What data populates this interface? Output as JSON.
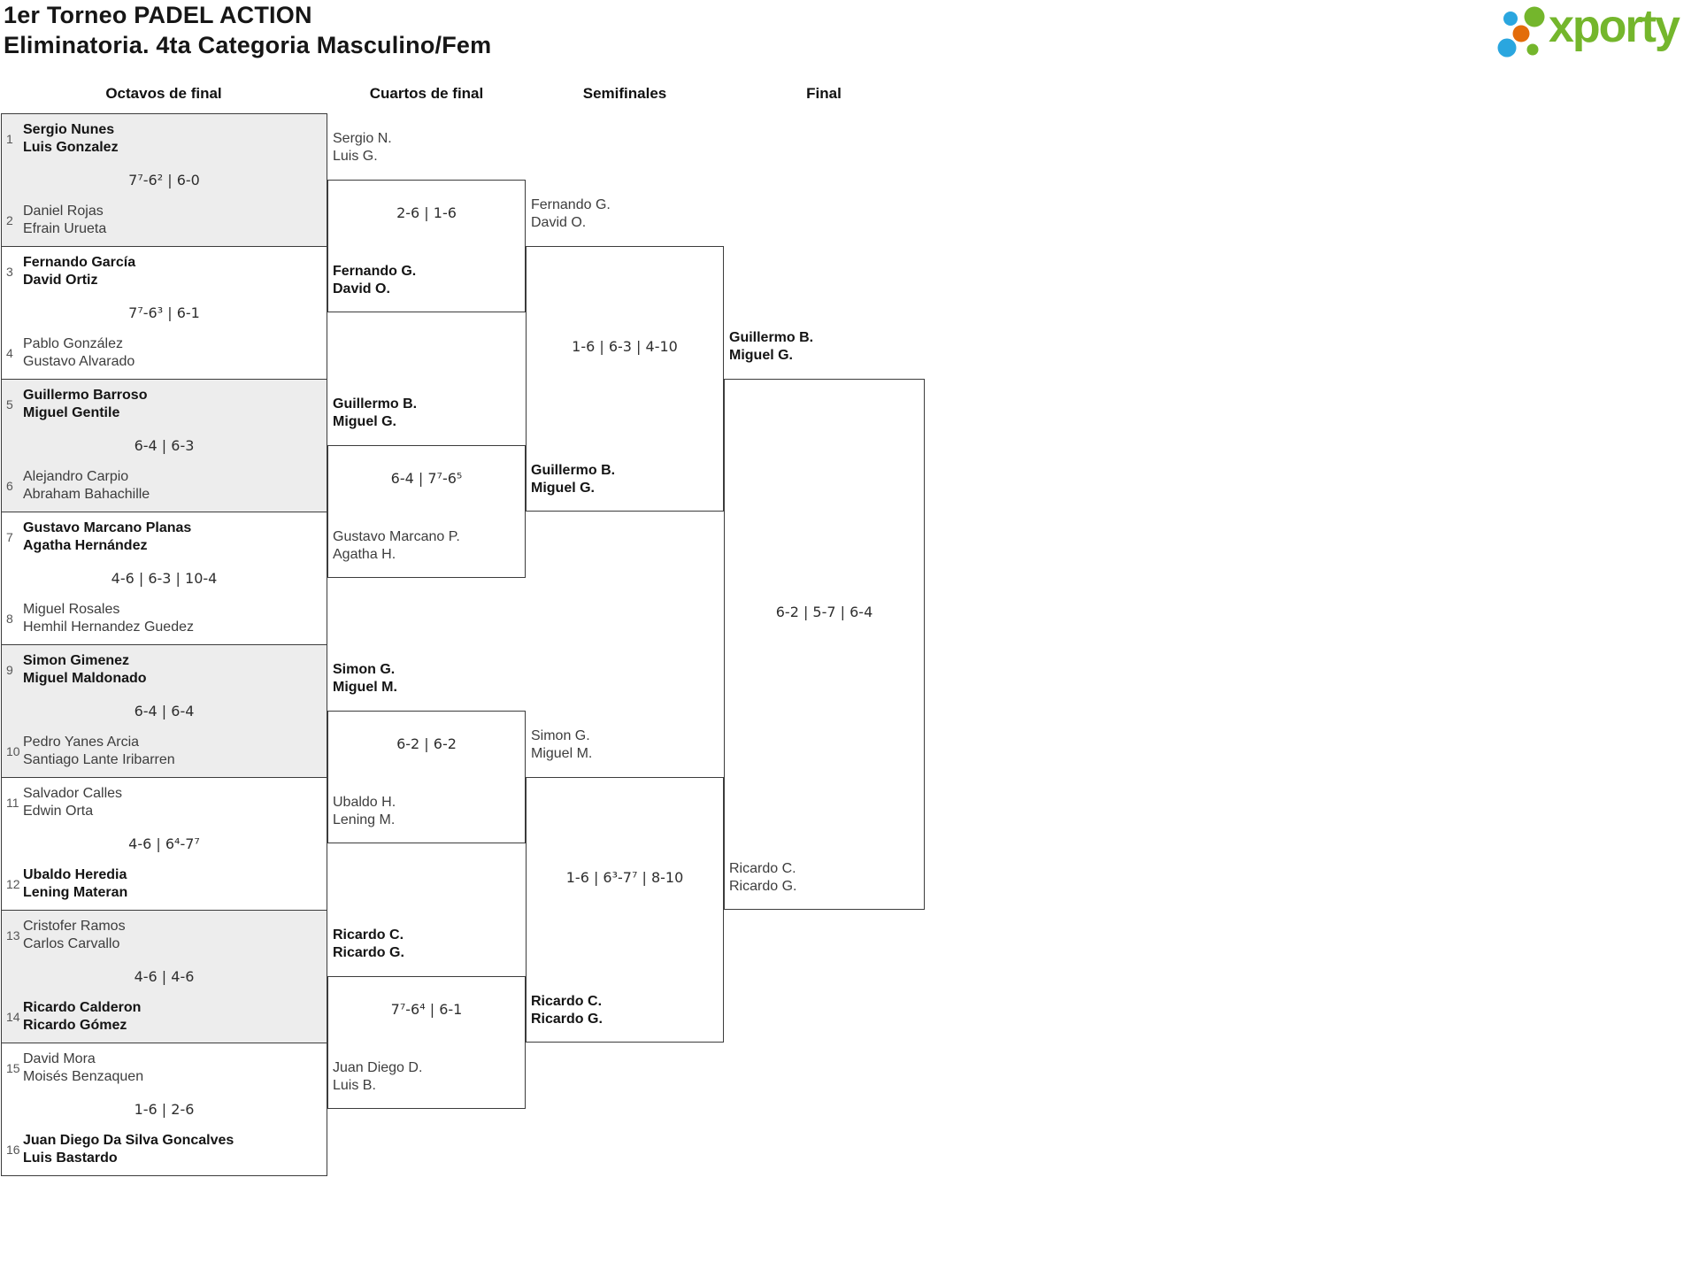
{
  "header": {
    "title_line1": "1er Torneo PADEL ACTION",
    "title_line2": "Eliminatoria. 4ta Categoria Masculino/Fem"
  },
  "logo": {
    "text": "xporty",
    "green": "#74b62c",
    "blue": "#2aa6df",
    "orange": "#e36c0a"
  },
  "round_headers": [
    "Octavos de final",
    "Cuartos de final",
    "Semifinales",
    "Final"
  ],
  "colors": {
    "bracket_line": "#3c3c3c",
    "alt_box_background": "#ededed",
    "winner_text": "#141414",
    "loser_text": "#3d3d3d"
  },
  "bracket": {
    "octavos": [
      {
        "seed_top": "1",
        "top": [
          "Sergio Nunes",
          "Luis Gonzalez"
        ],
        "score": "7⁷-6² | 6-0",
        "seed_bottom": "2",
        "bottom": [
          "Daniel Rojas",
          "Efrain Urueta"
        ],
        "winner": "top"
      },
      {
        "seed_top": "3",
        "top": [
          "Fernando García",
          "David Ortiz"
        ],
        "score": "7⁷-6³ | 6-1",
        "seed_bottom": "4",
        "bottom": [
          "Pablo González",
          "Gustavo Alvarado"
        ],
        "winner": "top"
      },
      {
        "seed_top": "5",
        "top": [
          "Guillermo Barroso",
          "Miguel Gentile"
        ],
        "score": "6-4 | 6-3",
        "seed_bottom": "6",
        "bottom": [
          "Alejandro Carpio",
          "Abraham Bahachille"
        ],
        "winner": "top"
      },
      {
        "seed_top": "7",
        "top": [
          "Gustavo Marcano Planas",
          "Agatha Hernández"
        ],
        "score": "4-6 | 6-3 | 10-4",
        "seed_bottom": "8",
        "bottom": [
          "Miguel Rosales",
          "Hemhil Hernandez Guedez"
        ],
        "winner": "top"
      },
      {
        "seed_top": "9",
        "top": [
          "Simon Gimenez",
          "Miguel Maldonado"
        ],
        "score": "6-4 | 6-4",
        "seed_bottom": "10",
        "bottom": [
          "Pedro Yanes Arcia",
          "Santiago Lante Iribarren"
        ],
        "winner": "top"
      },
      {
        "seed_top": "11",
        "top": [
          "Salvador Calles",
          "Edwin Orta"
        ],
        "score": "4-6 | 6⁴-7⁷",
        "seed_bottom": "12",
        "bottom": [
          "Ubaldo Heredia",
          "Lening Materan"
        ],
        "winner": "bottom"
      },
      {
        "seed_top": "13",
        "top": [
          "Cristofer Ramos",
          "Carlos Carvallo"
        ],
        "score": "4-6 | 4-6",
        "seed_bottom": "14",
        "bottom": [
          "Ricardo Calderon",
          "Ricardo Gómez"
        ],
        "winner": "bottom"
      },
      {
        "seed_top": "15",
        "top": [
          "David Mora",
          "Moisés Benzaquen"
        ],
        "score": "1-6 | 2-6",
        "seed_bottom": "16",
        "bottom": [
          "Juan Diego Da Silva Goncalves",
          "Luis Bastardo"
        ],
        "winner": "bottom"
      }
    ],
    "cuartos": [
      {
        "top": [
          "Sergio N.",
          "Luis G."
        ],
        "score": "2-6 | 1-6",
        "bottom": [
          "Fernando G.",
          "David O."
        ],
        "winner": "bottom"
      },
      {
        "top": [
          "Guillermo B.",
          "Miguel G."
        ],
        "score": "6-4 | 7⁷-6⁵",
        "bottom": [
          "Gustavo Marcano P.",
          "Agatha H."
        ],
        "winner": "top"
      },
      {
        "top": [
          "Simon G.",
          "Miguel M."
        ],
        "score": "6-2 | 6-2",
        "bottom": [
          "Ubaldo H.",
          "Lening M."
        ],
        "winner": "top"
      },
      {
        "top": [
          "Ricardo C.",
          "Ricardo G."
        ],
        "score": "7⁷-6⁴ | 6-1",
        "bottom": [
          "Juan Diego D.",
          "Luis B."
        ],
        "winner": "top"
      }
    ],
    "semifinales": [
      {
        "top": [
          "Fernando G.",
          "David O."
        ],
        "score": "1-6 | 6-3 | 4-10",
        "bottom": [
          "Guillermo B.",
          "Miguel G."
        ],
        "winner": "bottom"
      },
      {
        "top": [
          "Simon G.",
          "Miguel M."
        ],
        "score": "1-6 | 6³-7⁷ | 8-10",
        "bottom": [
          "Ricardo C.",
          "Ricardo G."
        ],
        "winner": "bottom"
      }
    ],
    "final": {
      "top": [
        "Guillermo B.",
        "Miguel G."
      ],
      "score": "6-2 | 5-7 | 6-4",
      "bottom": [
        "Ricardo C.",
        "Ricardo G."
      ],
      "winner": "top"
    }
  }
}
